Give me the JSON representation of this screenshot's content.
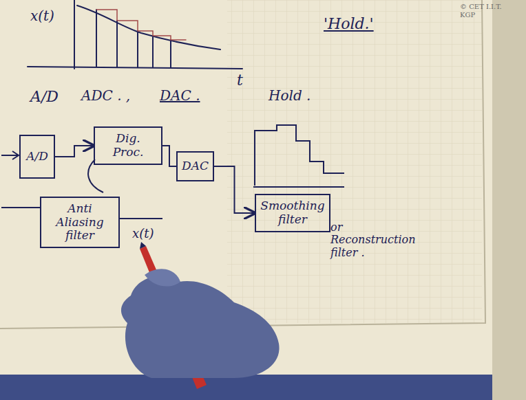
{
  "diagram": {
    "nodes": [
      {
        "text": [
          "A/D"
        ]
      },
      {
        "text": [
          "Dig. Proc."
        ]
      },
      {
        "text": [
          "DAC"
        ]
      },
      {
        "text": [
          "Smoothing filter"
        ]
      },
      {
        "text": [
          "Anti Aliasing filter"
        ]
      }
    ],
    "edges": [
      {
        "from": 0,
        "to": 1,
        "arrow": "to"
      },
      {
        "from": 1,
        "to": 2,
        "arrow": "none"
      },
      {
        "from": 2,
        "to": 3,
        "arrow": "to"
      }
    ],
    "labels": [
      "x(t)",
      "t",
      "'Hold.'",
      "© CET I.I.T. KGP",
      "A/D",
      "ADC . ,",
      "DAC .",
      "Hold .",
      "or Reconstruction filter .",
      "x(t)"
    ]
  }
}
